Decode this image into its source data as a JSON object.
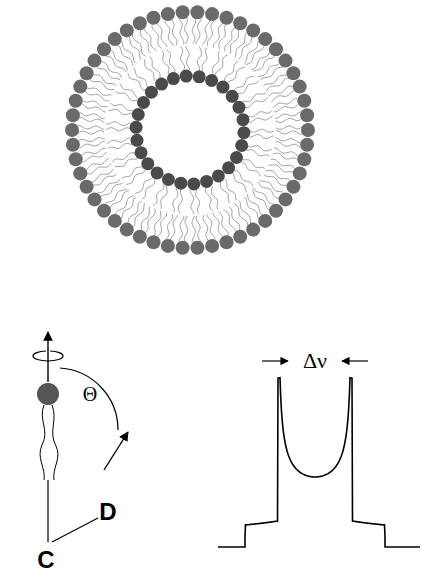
{
  "diagram": {
    "labels": [
      "Δν",
      "Θ",
      "D",
      "C"
    ]
  }
}
